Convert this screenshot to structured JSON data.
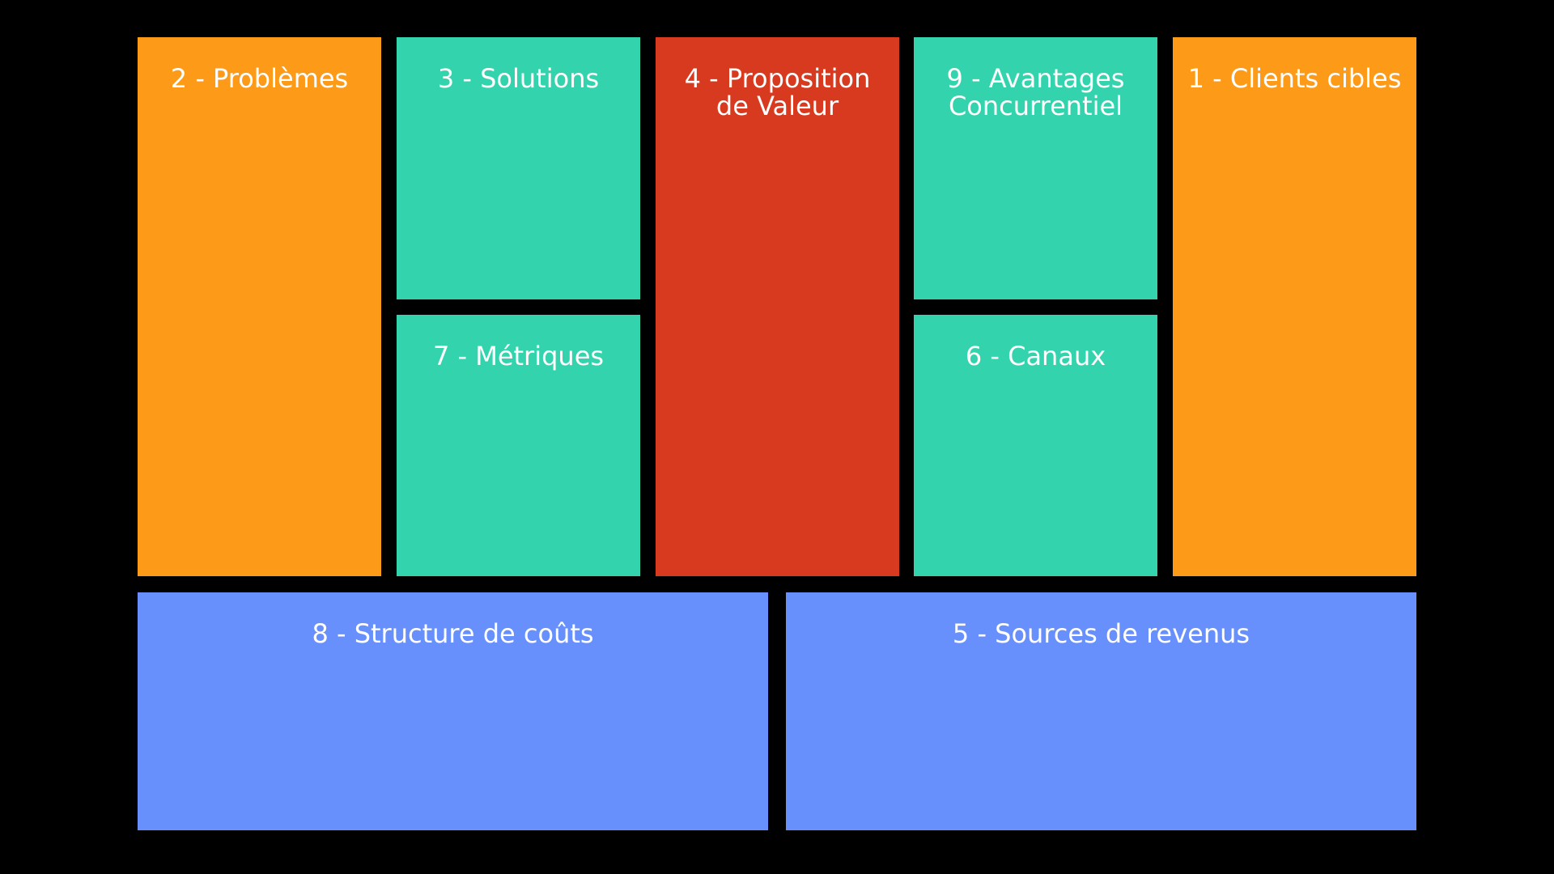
{
  "canvas": {
    "background": "#000000",
    "colors": {
      "orange": "#fd9a18",
      "teal": "#33d4ad",
      "red": "#d73a1f",
      "blue": "#6890fc"
    },
    "blocks": {
      "problems": {
        "title": "2 - Problèmes"
      },
      "solutions": {
        "title": "3 - Solutions"
      },
      "metrics": {
        "title": "7 - Métriques"
      },
      "value": {
        "title": "4 - Proposition\nde Valeur"
      },
      "advantage": {
        "title": "9 - Avantages\nConcurrentiel"
      },
      "channels": {
        "title": "6 - Canaux"
      },
      "customers": {
        "title": "1 - Clients cibles"
      },
      "costs": {
        "title": "8 - Structure de coûts"
      },
      "revenue": {
        "title": "5 - Sources de revenus"
      }
    }
  }
}
